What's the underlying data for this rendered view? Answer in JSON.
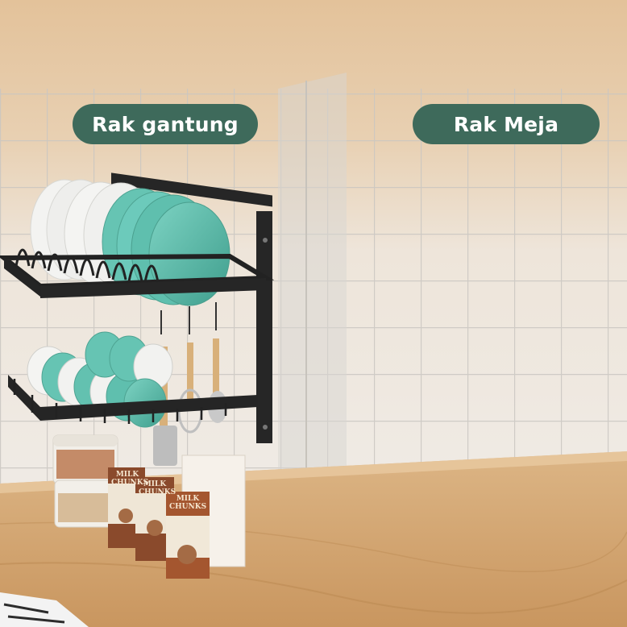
{
  "labels": {
    "left_rack": "Rak gantung",
    "right_rack": "Rak Meja"
  },
  "colors": {
    "label_background": "#3e6a5b",
    "label_text": "#ffffff",
    "rack_metal": "#2b2b2b",
    "plate_teal": "#5fbfae",
    "plate_white": "#f1f1ef",
    "wall_tile": "#ecebe8",
    "wooden_counter": "#d9b07f"
  },
  "icons": [
    "dish-rack-illustration"
  ]
}
